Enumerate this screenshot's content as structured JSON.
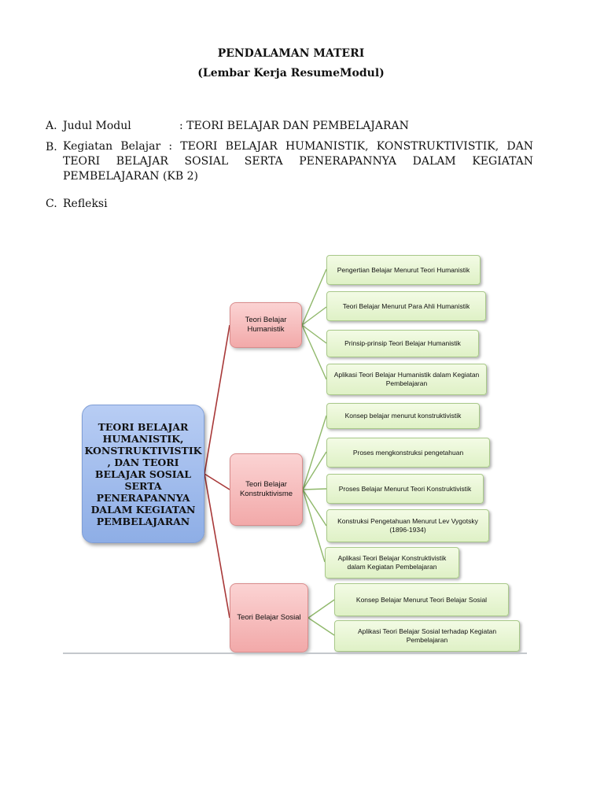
{
  "header": {
    "title": "PENDALAMAN MATERI",
    "subtitle": "(Lembar Kerja ResumeModul)"
  },
  "section_a": {
    "marker": "A.",
    "label": "Judul Modul",
    "value": ": TEORI BELAJAR DAN PEMBELAJARAN"
  },
  "section_b": {
    "marker": "B.",
    "text": "Kegiatan Belajar : TEORI BELAJAR HUMANISTIK, KONSTRUKTIVISTIK, DAN TEORI BELAJAR SOSIAL SERTA PENERAPANNYA DALAM KEGIATAN PEMBELAJARAN (KB 2)"
  },
  "section_c": {
    "marker": "C.",
    "label": "Refleksi"
  },
  "mindmap": {
    "root": "TEORI BELAJAR HUMANISTIK, KONSTRUKTIVISTIK , DAN TEORI BELAJAR SOSIAL SERTA PENERAPANNYA DALAM KEGIATAN PEMBELAJARAN",
    "branches": [
      {
        "label": "Teori Belajar Humanistik",
        "children": [
          "Pengertian Belajar Menurut Teori Humanistik",
          "Teori Belajar Menurut Para Ahli Humanistik",
          "Prinsip-prinsip Teori Belajar Humanistik",
          "Aplikasi Teori Belajar Humanistik dalam Kegiatan Pembelajaran"
        ]
      },
      {
        "label": "Teori Belajar Konstruktivisme",
        "children": [
          "Konsep belajar menurut konstruktivistik",
          "Proses mengkonstruksi pengetahuan",
          "Proses Belajar Menurut Teori Konstruktivistik",
          "Konstruksi Pengetahuan Menurut Lev Vygotsky (1896-1934)",
          "Aplikasi Teori Belajar Konstruktivistik dalam Kegiatan Pembelajaran"
        ]
      },
      {
        "label": "Teori Belajar Sosial",
        "children": [
          "Konsep Belajar Menurut Teori Belajar Sosial",
          "Aplikasi Teori Belajar Sosial terhadap Kegiatan Pembelajaran"
        ]
      }
    ],
    "colors": {
      "root_fill": "#9db9ec",
      "branch_fill": "#f5b8b8",
      "leaf_fill": "#e6f5d0",
      "root_link": "#a83838",
      "leaf_link": "#8fb86a"
    }
  }
}
